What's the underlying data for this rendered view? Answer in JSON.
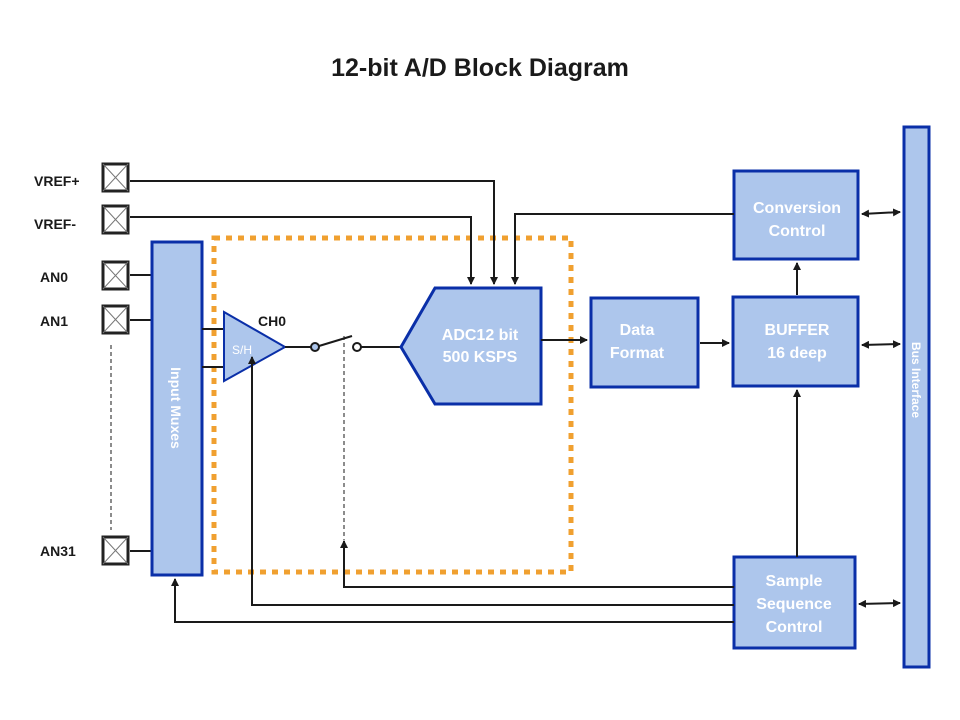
{
  "title": "12-bit A/D Block Diagram",
  "colors": {
    "block_fill": "#adc6ec",
    "block_stroke": "#0a2fa8",
    "dotted_region": "#f0a030",
    "wire": "#1a1a1a",
    "label_text": "#ffffff"
  },
  "pins": [
    {
      "id": "vref-plus",
      "label": "VREF+"
    },
    {
      "id": "vref-minus",
      "label": "VREF-"
    },
    {
      "id": "an0",
      "label": "AN0"
    },
    {
      "id": "an1",
      "label": "AN1"
    },
    {
      "id": "an31",
      "label": "AN31"
    }
  ],
  "blocks": {
    "input_muxes": "Input Muxes",
    "sample_hold": "S/H",
    "channel_label": "CH0",
    "adc": {
      "line1": "ADC12 bit",
      "line2": "500 KSPS"
    },
    "data_format": {
      "line1": "Data",
      "line2": "Format"
    },
    "buffer": {
      "line1": "BUFFER",
      "line2": "16 deep"
    },
    "conversion_control": {
      "line1": "Conversion",
      "line2": "Control"
    },
    "sample_sequence_control": {
      "line1": "Sample",
      "line2": "Sequence",
      "line3": "Control"
    },
    "bus_interface": "Bus Interface"
  }
}
